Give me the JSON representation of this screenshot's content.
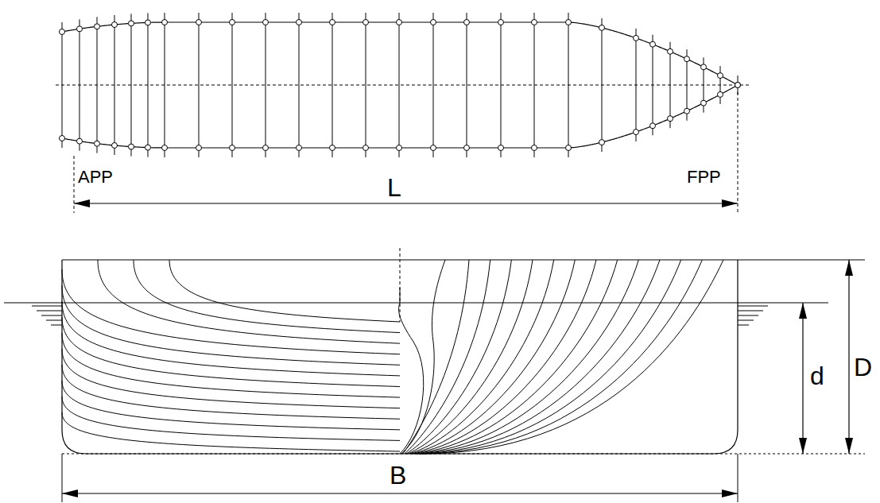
{
  "diagram": {
    "labels": [
      "APP",
      "L",
      "FPP",
      "d",
      "D",
      "B"
    ]
  }
}
